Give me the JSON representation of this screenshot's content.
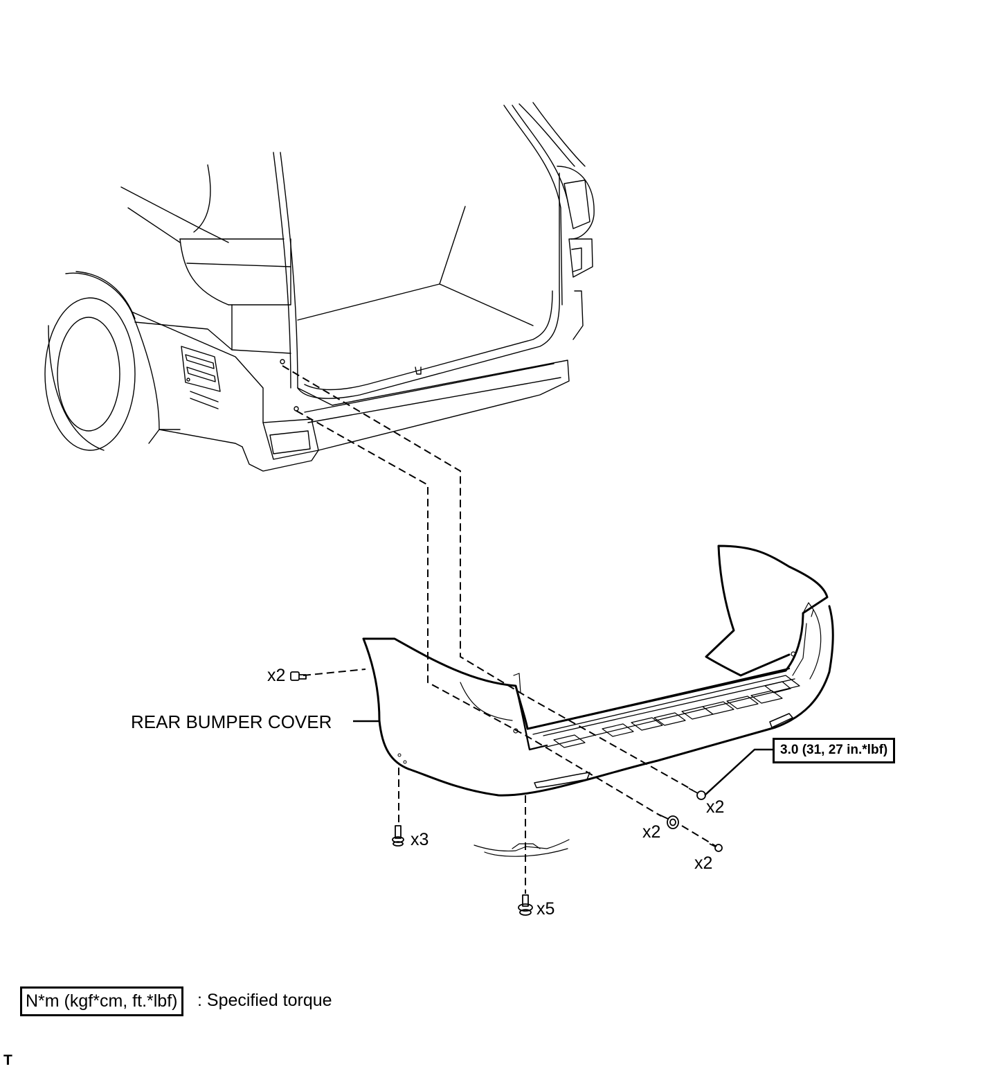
{
  "labels": {
    "part_name": "REAR BUMPER COVER",
    "qty_upper_left": "x2",
    "qty_bottom_left": "x3",
    "qty_bottom_center": "x5",
    "qty_right_top": "x2",
    "qty_right_middle": "x2",
    "qty_right_bottom": "x2"
  },
  "torque": {
    "value": "3.0 (31, 27 in.*lbf)"
  },
  "legend": {
    "unit": "N*m (kgf*cm, ft.*lbf)",
    "description": ": Specified torque"
  },
  "corner_code": "T"
}
